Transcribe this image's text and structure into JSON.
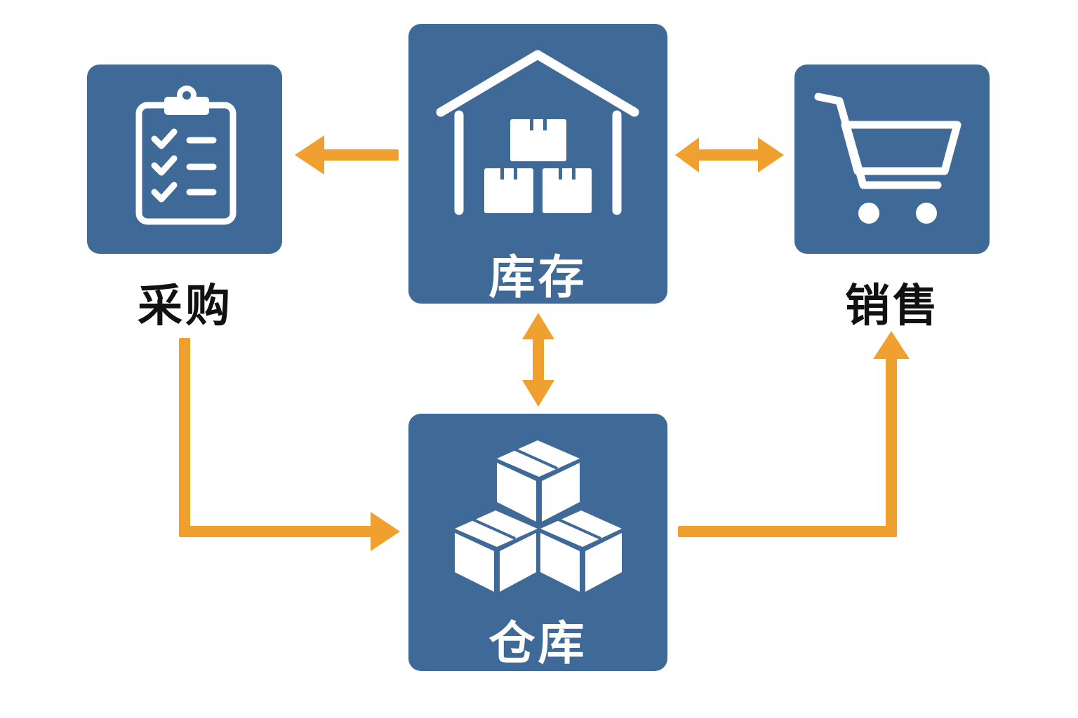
{
  "colors": {
    "tile": "#3f6a97",
    "arrow": "#f0a02e",
    "icon": "#ffffff",
    "label": "#111111"
  },
  "nodes": {
    "purchase": {
      "label": "采购",
      "icon": "clipboard-checklist-icon"
    },
    "inventory": {
      "label": "库存",
      "icon": "warehouse-building-icon"
    },
    "sales": {
      "label": "销售",
      "icon": "shopping-cart-icon"
    },
    "warehouse": {
      "label": "仓库",
      "icon": "stacked-boxes-icon"
    }
  },
  "edges": [
    {
      "from": "inventory",
      "to": "purchase",
      "direction": "single"
    },
    {
      "from": "inventory",
      "to": "sales",
      "direction": "double"
    },
    {
      "from": "inventory",
      "to": "warehouse",
      "direction": "double"
    },
    {
      "from": "purchase",
      "to": "warehouse",
      "direction": "single"
    },
    {
      "from": "warehouse",
      "to": "sales",
      "direction": "single"
    }
  ]
}
